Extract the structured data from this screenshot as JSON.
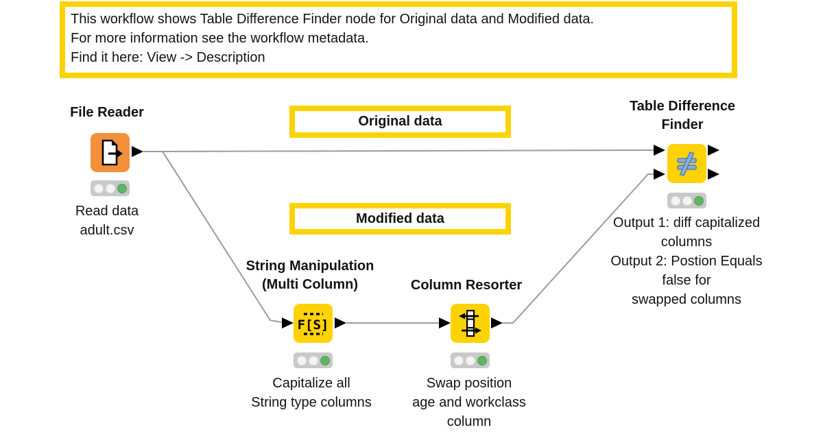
{
  "annotation": {
    "lines": [
      "This workflow shows Table Difference Finder node for Original data and Modified data.",
      "For more information see the workflow metadata.",
      "Find it here: View -> Description"
    ]
  },
  "banners": {
    "original": "Original data",
    "modified": "Modified data"
  },
  "nodes": {
    "file_reader": {
      "title_lines": [
        "File Reader"
      ],
      "comment_lines": [
        "Read data",
        "adult.csv"
      ],
      "icon": "file-export-icon",
      "status_light": "green"
    },
    "string_manipulation": {
      "title_lines": [
        "String Manipulation",
        "(Multi Column)"
      ],
      "comment_lines": [
        "Capitalize all",
        "String type columns"
      ],
      "icon": "string-multi-column-icon",
      "icon_text": "F[S]",
      "status_light": "green"
    },
    "column_resorter": {
      "title_lines": [
        "Column Resorter"
      ],
      "comment_lines": [
        "Swap position",
        "age and workclass",
        "column"
      ],
      "icon": "column-swap-icon",
      "status_light": "green"
    },
    "table_difference_finder": {
      "title_lines": [
        "Table Difference",
        "Finder"
      ],
      "comment_lines": [
        "Output 1: diff capitalized",
        "columns",
        "Output 2: Postion Equals",
        "false for",
        "swapped columns"
      ],
      "icon": "not-equal-icon",
      "status_light": "green"
    }
  },
  "colors": {
    "annotation_border": "#fdd305",
    "node_yellow": "#fdd305",
    "node_orange": "#f2903b",
    "status_green": "#5eb663",
    "wire_gray": "#9b9b9b",
    "icon_blue": "#7ca5d9",
    "port_black": "#000000"
  }
}
